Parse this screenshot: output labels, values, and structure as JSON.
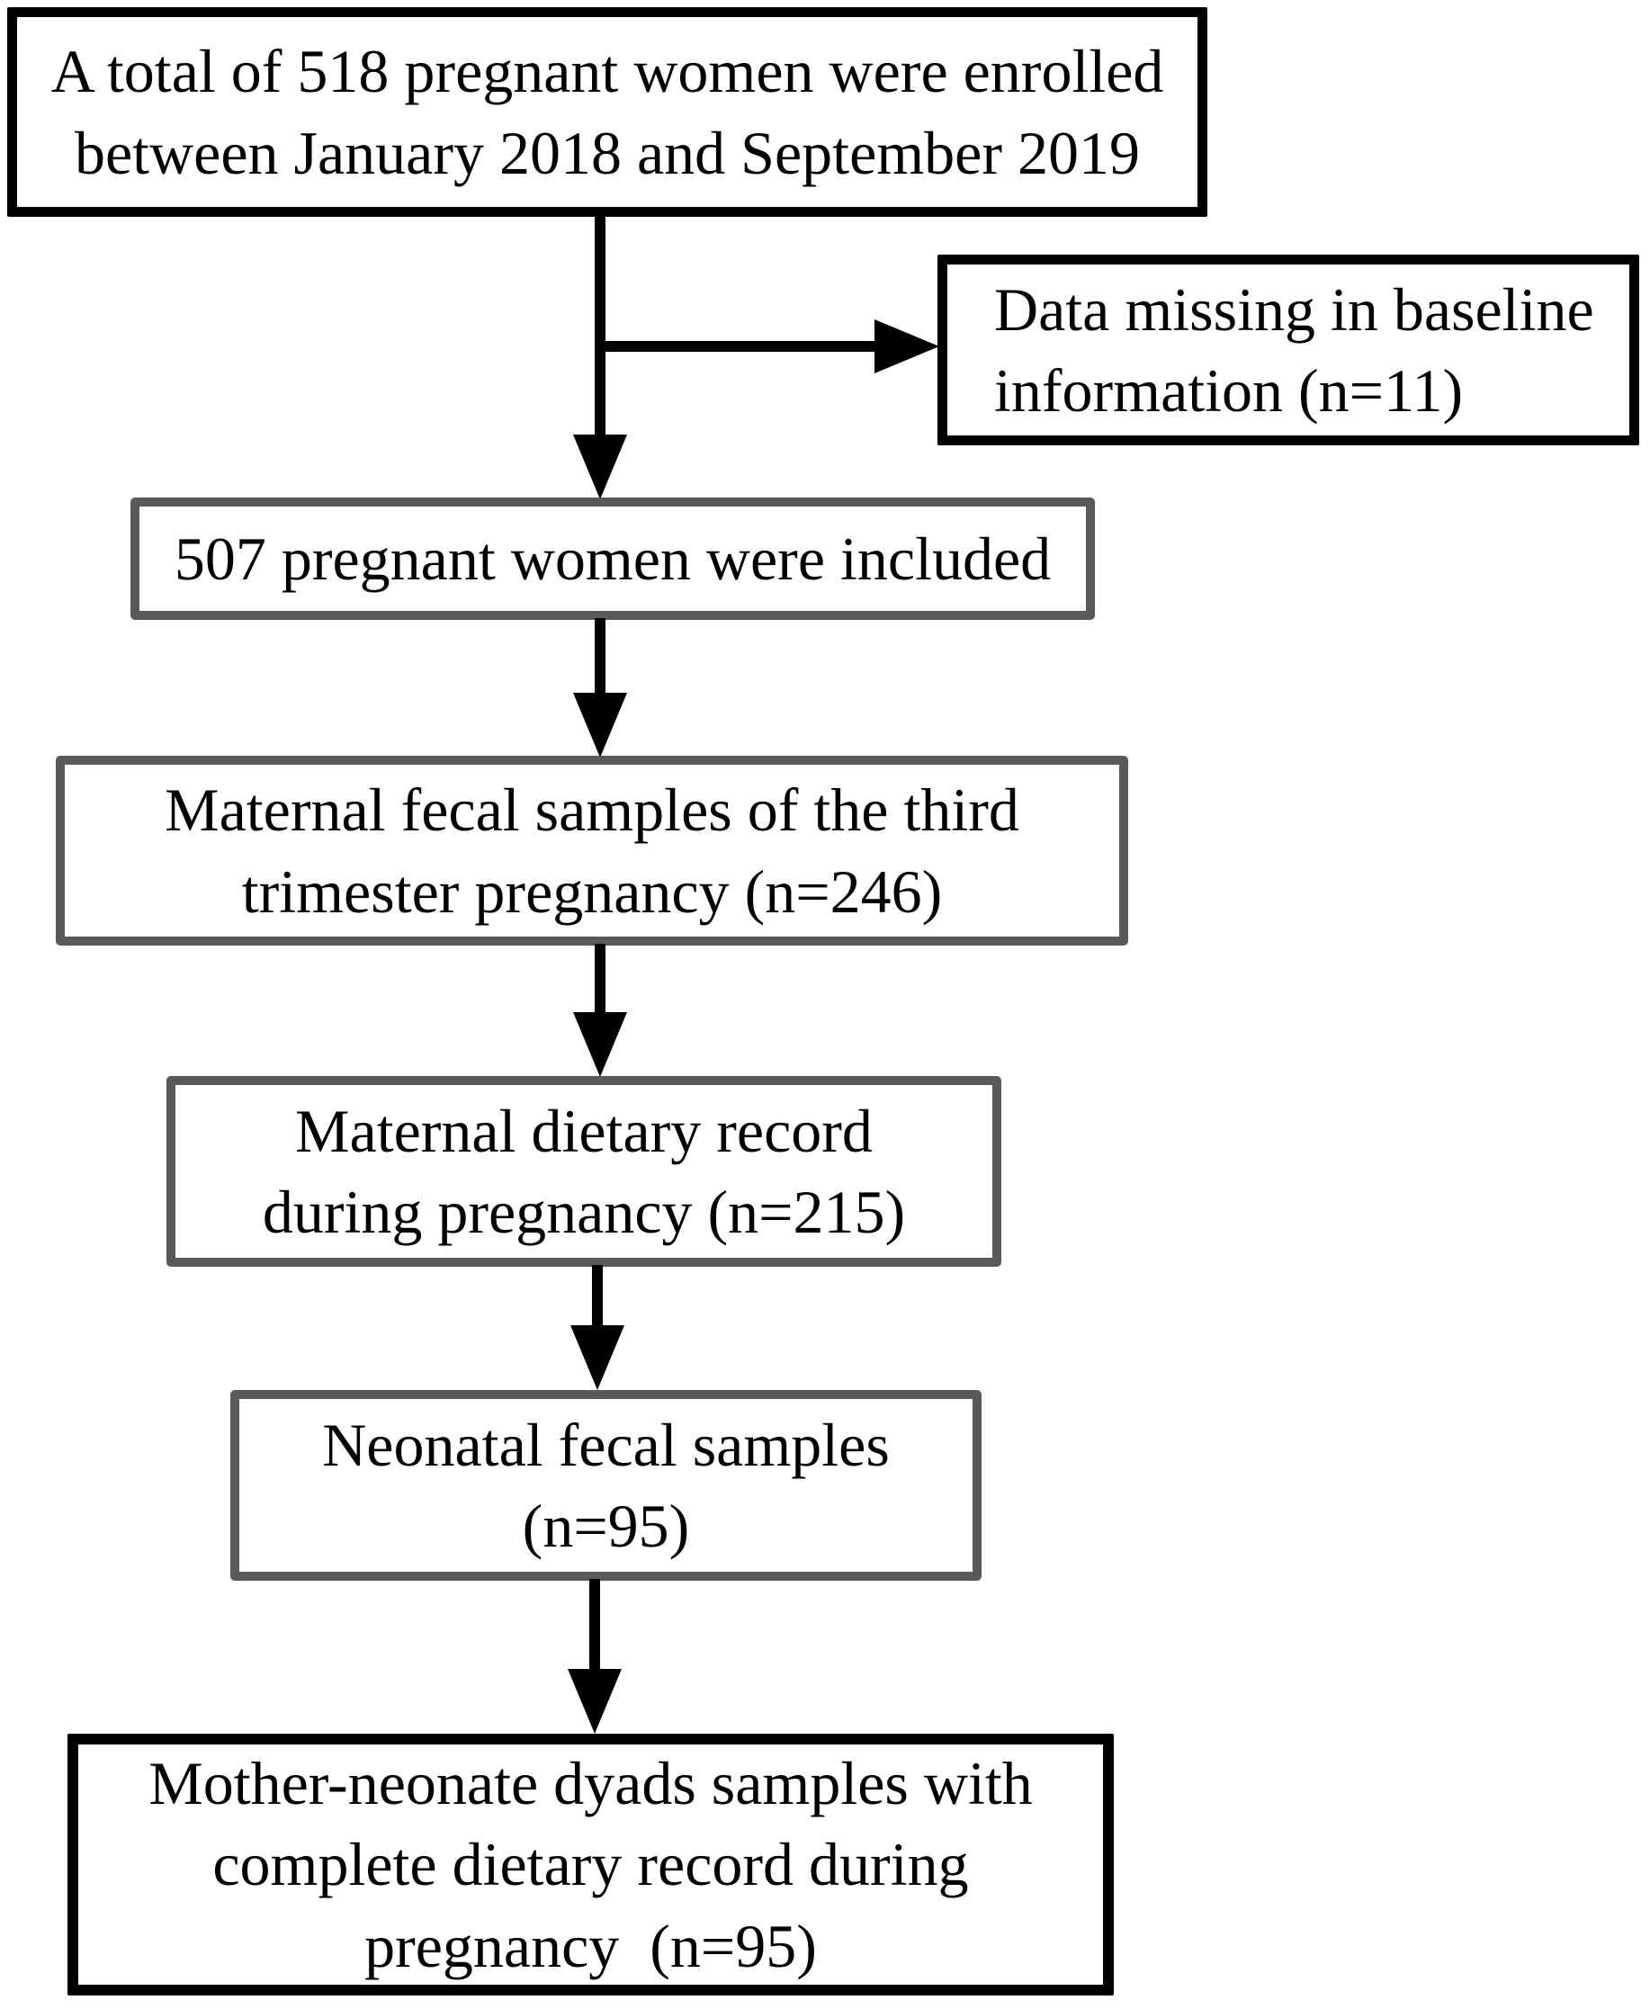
{
  "diagram": {
    "type": "flowchart",
    "colors": {
      "border_black": "#000000",
      "border_gray": "#595959",
      "arrow": "#000000",
      "text": "#000000",
      "background": "#ffffff"
    },
    "boxes": [
      {
        "id": "enrolled",
        "text": "A total of 518 pregnant women were enrolled\nbetween January 2018 and September 2019",
        "n": 518,
        "border": "black"
      },
      {
        "id": "excluded",
        "text": "Data missing in baseline\ninformation (n=11)",
        "n": 11,
        "border": "black"
      },
      {
        "id": "included",
        "text": "507 pregnant women were included",
        "n": 507,
        "border": "gray"
      },
      {
        "id": "maternal_fecal_samples",
        "text": "Maternal fecal samples of the third\ntrimester pregnancy (n=246)",
        "n": 246,
        "border": "gray"
      },
      {
        "id": "maternal_dietary_record",
        "text": "Maternal dietary record\nduring pregnancy (n=215)",
        "n": 215,
        "border": "gray"
      },
      {
        "id": "neonatal_fecal_samples",
        "text": "Neonatal fecal samples\n(n=95)",
        "n": 95,
        "border": "gray"
      },
      {
        "id": "mother_neonate_dyads",
        "text": "Mother-neonate dyads samples with\ncomplete dietary record during\npregnancy  (n=95)",
        "n": 95,
        "border": "black"
      }
    ],
    "connections": [
      {
        "from": "enrolled",
        "to": "included",
        "style": "arrow-down"
      },
      {
        "from": "enrolled",
        "to": "excluded",
        "style": "arrow-right-branch"
      },
      {
        "from": "included",
        "to": "maternal_fecal_samples",
        "style": "arrow-down"
      },
      {
        "from": "maternal_fecal_samples",
        "to": "maternal_dietary_record",
        "style": "arrow-down"
      },
      {
        "from": "maternal_dietary_record",
        "to": "neonatal_fecal_samples",
        "style": "arrow-down"
      },
      {
        "from": "neonatal_fecal_samples",
        "to": "mother_neonate_dyads",
        "style": "arrow-down"
      }
    ]
  }
}
